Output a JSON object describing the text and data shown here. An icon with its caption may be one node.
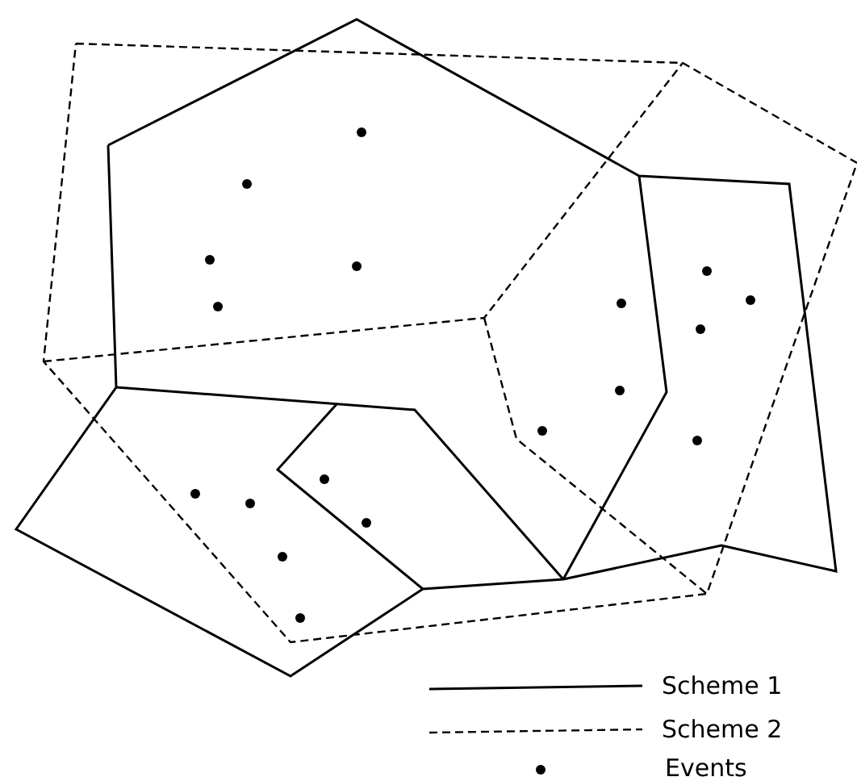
{
  "diagram": {
    "legend": [
      {
        "text": "Scheme 1"
      },
      {
        "text": "Scheme 2"
      },
      {
        "text": "Events"
      }
    ]
  }
}
